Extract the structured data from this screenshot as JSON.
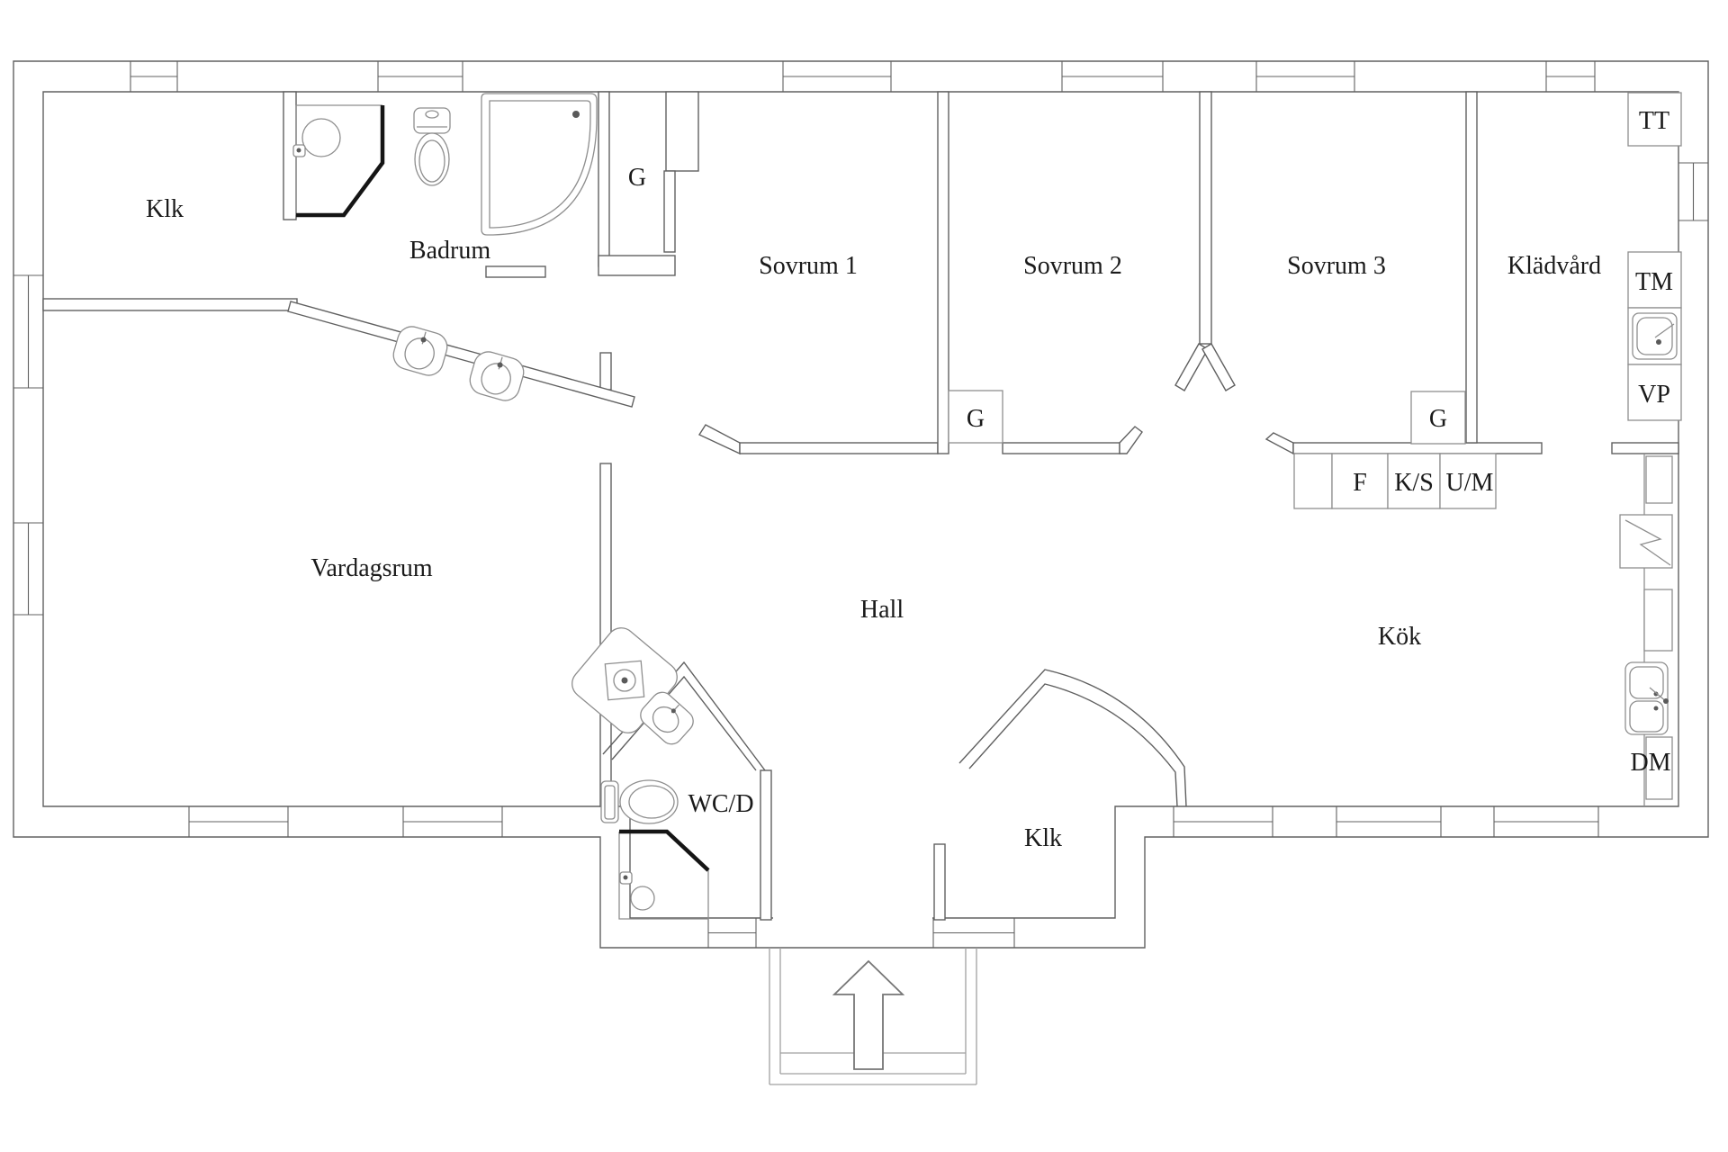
{
  "plan": {
    "rooms": {
      "closet_nw": {
        "label": "Klk"
      },
      "bathroom": {
        "label": "Badrum"
      },
      "wardrobe_bathroom": {
        "label": "G"
      },
      "bedroom1": {
        "label": "Sovrum 1"
      },
      "bedroom2": {
        "label": "Sovrum 2"
      },
      "bedroom3": {
        "label": "Sovrum 3"
      },
      "laundry": {
        "label": "Klädvård"
      },
      "living_room": {
        "label": "Vardagsrum"
      },
      "hall": {
        "label": "Hall"
      },
      "kitchen": {
        "label": "Kök"
      },
      "entry_closet": {
        "label": "Klk"
      },
      "wc_shower": {
        "label": "WC/D"
      },
      "wardrobe_bedroom2": {
        "label": "G"
      },
      "wardrobe_bedroom3": {
        "label": "G"
      }
    },
    "appliances": {
      "tumble_dryer": {
        "label": "TT"
      },
      "washing_machine": {
        "label": "TM"
      },
      "water_heater": {
        "label": "VP"
      },
      "dishwasher": {
        "label": "DM"
      },
      "fridge": {
        "label": "F"
      },
      "fridge_freezer": {
        "label": "K/S"
      },
      "oven_microwave": {
        "label": "U/M"
      }
    },
    "colors": {
      "background": "#ffffff",
      "wall_line": "#606060",
      "fixture_line": "#8e8e8e",
      "emphasis_line": "#151515",
      "outdoor_line": "#a0a0a0",
      "text": "#1a1a1a"
    }
  }
}
